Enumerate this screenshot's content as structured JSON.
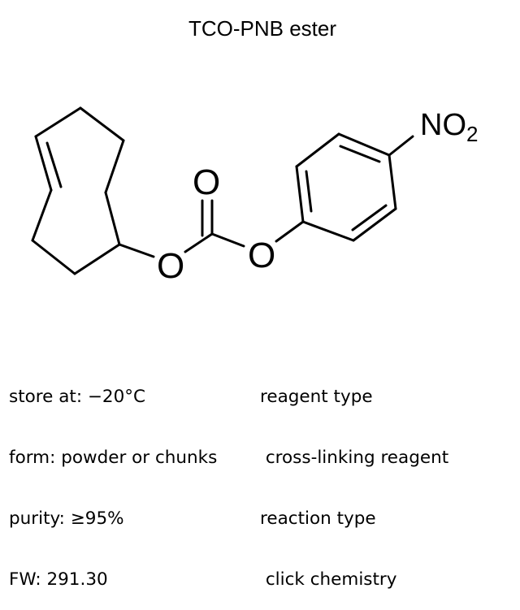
{
  "title": "TCO-PNB ester",
  "structure": {
    "atoms": {
      "ester_o_left": "O",
      "carbonyl_o": "O",
      "ester_o_right": "O",
      "nitro_n": "NO",
      "nitro_sub": "2"
    }
  },
  "properties_left": [
    {
      "text": "store at: −20°C"
    },
    {
      "text": "form: powder or chunks"
    },
    {
      "text": "purity: ≥95%"
    },
    {
      "text": "FW: 291.30"
    }
  ],
  "properties_right": [
    {
      "text": "reagent type"
    },
    {
      "text": " cross-linking reagent"
    },
    {
      "text": "reaction type"
    },
    {
      "text": " click chemistry"
    }
  ]
}
